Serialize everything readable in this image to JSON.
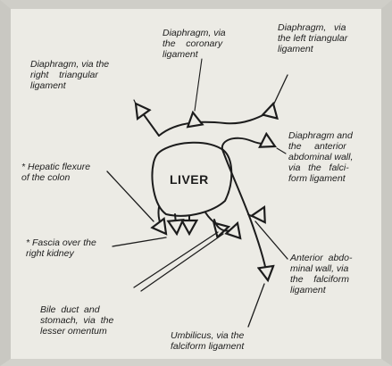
{
  "liver_label": "LIVER",
  "labels": {
    "coronary": "Diaphragm, via\nthe    coronary\nligament",
    "left_triangular": "Diaphragm,   via\nthe left triangular\nligament",
    "right_triangular": "Diaphragm, via the\nright    triangular\nligament",
    "falciform_diaphragm": "Diaphragm and\nthe     anterior\nabdominal wall,\nvia   the   falci-\nform ligament",
    "hepatic_flexure": "* Hepatic flexure\nof the colon",
    "fascia_kidney": "* Fascia over the\nright kidney",
    "anterior_wall": "Anterior  abdo-\nminal wall, via\nthe    falciform\nligament",
    "bile_duct": "Bile  duct  and\nstomach,  via  the\nlesser omentum",
    "umbilicus": "Umbilicus, via the\nfalciform ligament"
  }
}
